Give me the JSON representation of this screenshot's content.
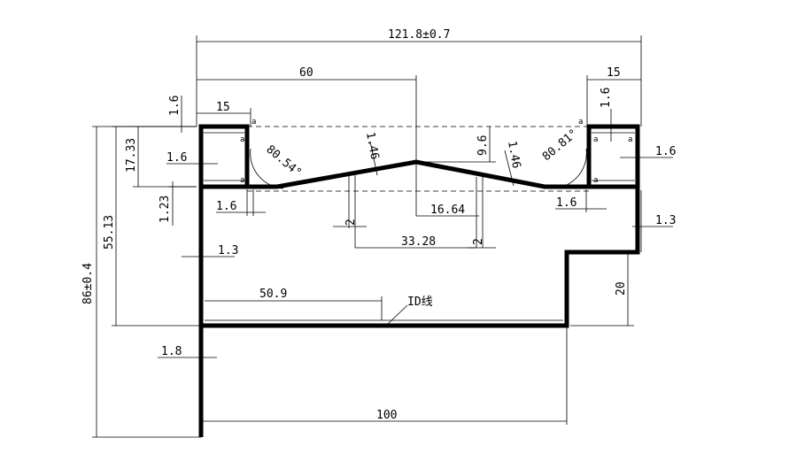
{
  "dimensions": {
    "overall_width": "121.8±0.7",
    "apex_offset": "60",
    "right_cell_width": "15",
    "left_cell_width": "15",
    "top_wall_left": "1.6",
    "top_wall_right": "1.6",
    "cell_height": "17.33",
    "inner_wall_left": "1.6",
    "gap_below_cell": "1.23",
    "bottom_wall_left": "1.6",
    "bottom_wall_right": "1.6",
    "outer_wall_right": "1.6",
    "side_wall_right": "1.3",
    "side_wall_left": "1.3",
    "height_inner": "55.13",
    "height_overall": "86±0.4",
    "angle_left": "80.54°",
    "angle_right": "80.81°",
    "slope_left": "1.46",
    "slope_right": "1.46",
    "rise": "9.6",
    "half_span": "16.64",
    "span": "33.28",
    "rib_left": "2",
    "rib_right": "2",
    "floor_length": "50.9",
    "step_height": "20",
    "stem_width": "1.8",
    "base_length": "100",
    "id_line": "ID线",
    "corner_mark": "a"
  }
}
